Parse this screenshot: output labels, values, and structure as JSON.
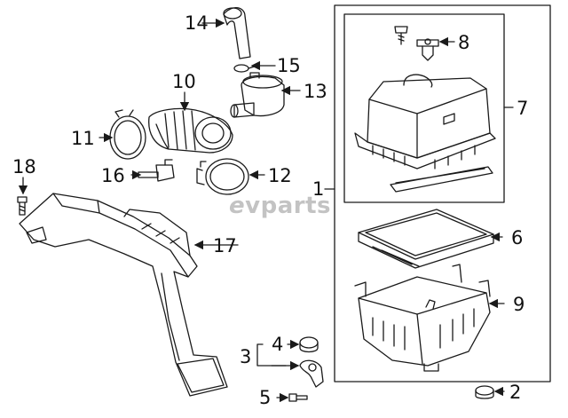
{
  "callouts": {
    "c1": "1",
    "c2": "2",
    "c3": "3",
    "c4": "4",
    "c5": "5",
    "c6": "6",
    "c7": "7",
    "c8": "8",
    "c9": "9",
    "c10": "10",
    "c11": "11",
    "c12": "12",
    "c13": "13",
    "c14": "14",
    "c15": "15",
    "c16": "16",
    "c17": "17",
    "c18": "18"
  },
  "watermark": {
    "prefix": "e",
    "text": "vparts"
  },
  "colors": {
    "line": "#1a1a1a",
    "watermark": "#555555"
  }
}
